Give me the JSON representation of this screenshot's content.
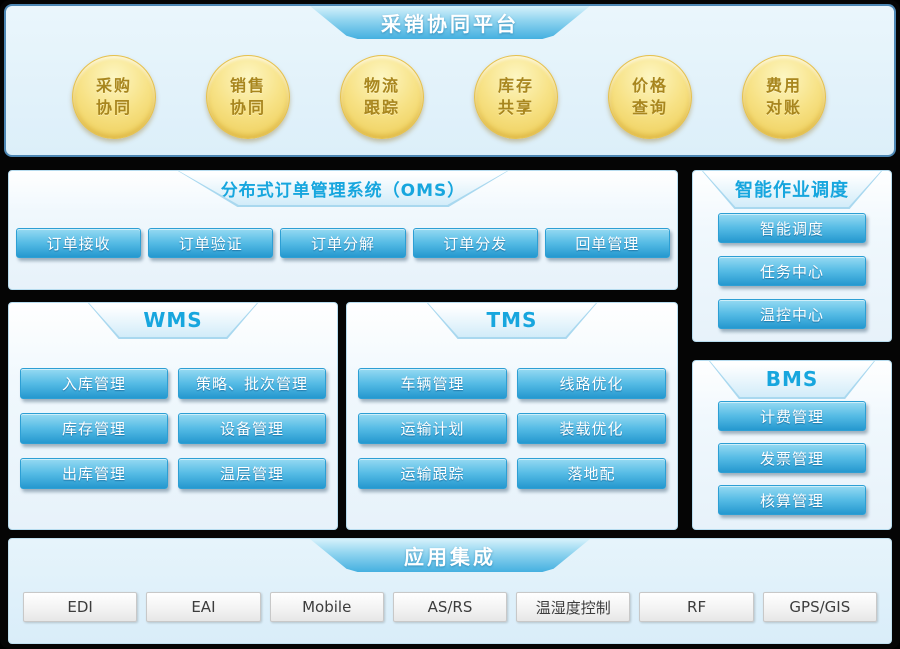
{
  "platform": {
    "banner": "采销协同平台",
    "circles": [
      {
        "line1": "采购",
        "line2": "协同"
      },
      {
        "line1": "销售",
        "line2": "协同"
      },
      {
        "line1": "物流",
        "line2": "跟踪"
      },
      {
        "line1": "库存",
        "line2": "共享"
      },
      {
        "line1": "价格",
        "line2": "查询"
      },
      {
        "line1": "费用",
        "line2": "对账"
      }
    ]
  },
  "oms": {
    "title": "分布式订单管理系统（OMS）",
    "buttons": [
      "订单接收",
      "订单验证",
      "订单分解",
      "订单分发",
      "回单管理"
    ]
  },
  "scheduling": {
    "title": "智能作业调度",
    "buttons": [
      "智能调度",
      "任务中心",
      "温控中心"
    ]
  },
  "wms": {
    "title": "WMS",
    "buttons": [
      "入库管理",
      "策略、批次管理",
      "库存管理",
      "设备管理",
      "出库管理",
      "温层管理"
    ]
  },
  "tms": {
    "title": "TMS",
    "buttons": [
      "车辆管理",
      "线路优化",
      "运输计划",
      "装载优化",
      "运输跟踪",
      "落地配"
    ]
  },
  "bms": {
    "title": "BMS",
    "buttons": [
      "计费管理",
      "发票管理",
      "核算管理"
    ]
  },
  "integration": {
    "title": "应用集成",
    "buttons": [
      "EDI",
      "EAI",
      "Mobile",
      "AS/RS",
      "温湿度控制",
      "RF",
      "GPS/GIS"
    ]
  },
  "colors": {
    "accent_cyan": "#29abe2",
    "banner_blue_bottom": "#45b0e0",
    "button_blue_top": "#96daf2",
    "button_blue_bottom": "#2598cf",
    "gold_circle": "#ecca50",
    "gold_text": "#a8861e",
    "panel_border": "#b7dcef",
    "outer_panel_border": "#4d87b4",
    "background": "#050505"
  }
}
